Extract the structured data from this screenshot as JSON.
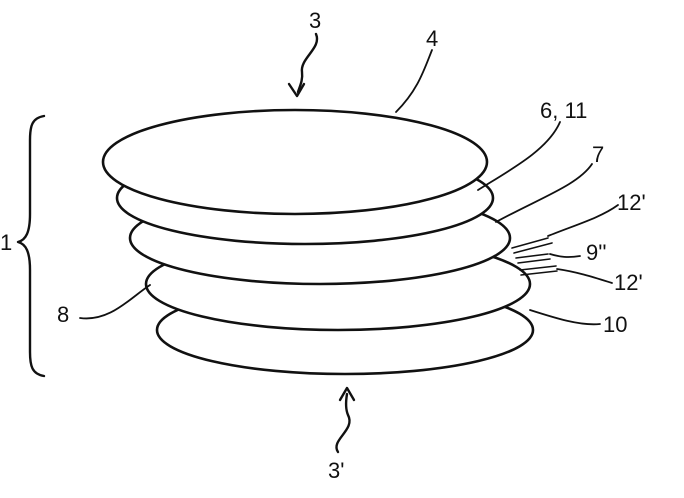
{
  "labels": {
    "top_arrow": "3",
    "bottom_arrow": "3'",
    "top_disc": "4",
    "layer_a": "6, 11",
    "layer_b": "7",
    "contact_upper": "12'",
    "contact_mid": "9''",
    "contact_lower": "12'",
    "left_edge": "8",
    "bottom_edge": "10",
    "stack_brace": "1"
  }
}
